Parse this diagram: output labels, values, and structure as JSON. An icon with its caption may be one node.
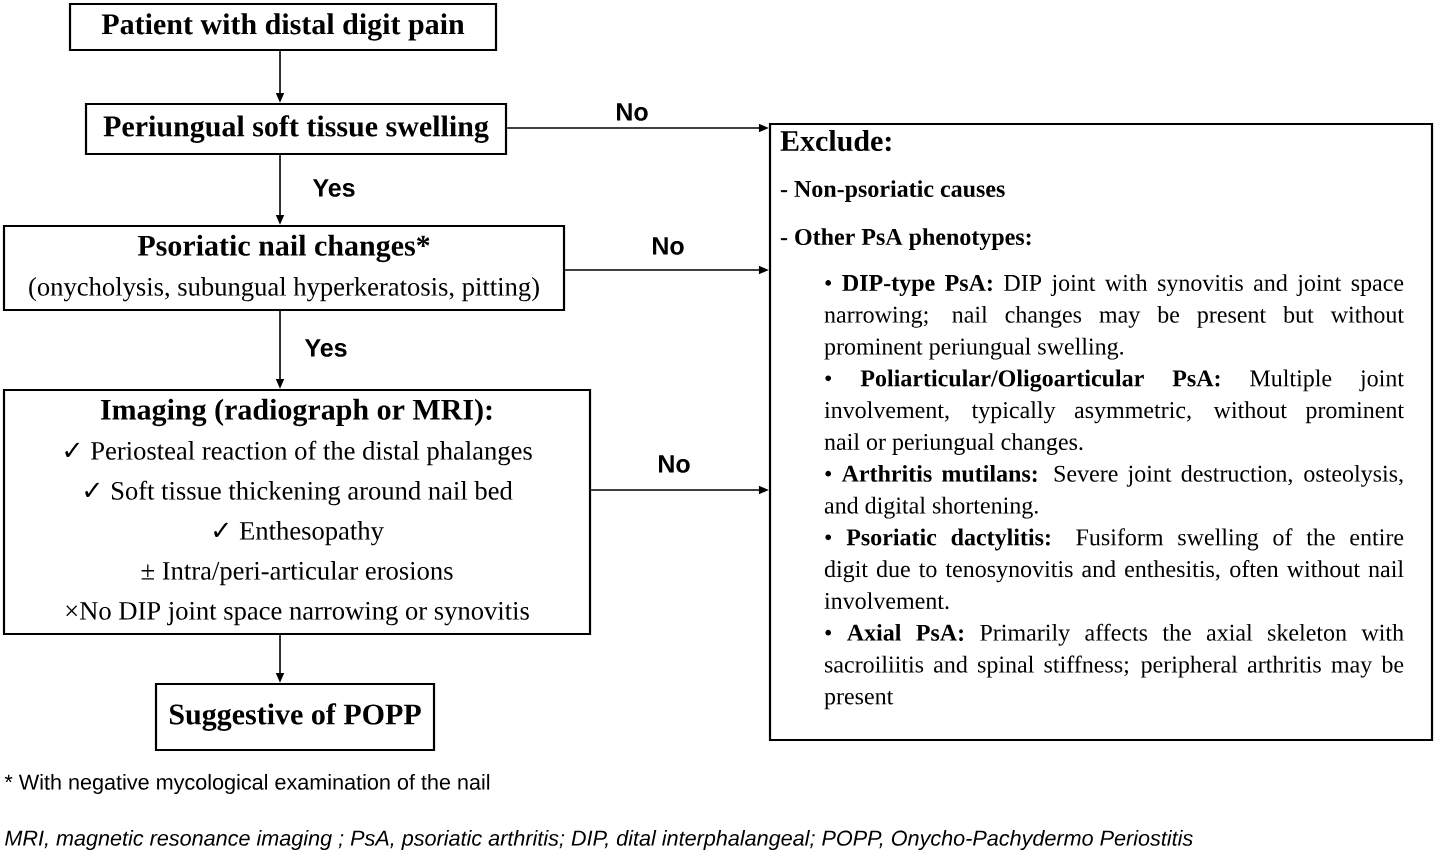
{
  "diagram": {
    "nodes": [
      {
        "text": [
          "Patient with distal digit pain"
        ]
      },
      {
        "text": [
          "Periungual soft tissue swelling"
        ]
      },
      {
        "text": [
          "Psoriatic nail changes*",
          "(onycholysis, subungual hyperkeratosis, pitting)"
        ]
      },
      {
        "text": [
          "Imaging (radiograph or MRI):",
          "✓ Periosteal reaction of the distal phalanges",
          "✓ Soft tissue thickening around nail bed",
          "✓ Enthesopathy",
          "± Intra/peri-articular erosions",
          "×No DIP joint space narrowing or synovitis"
        ]
      },
      {
        "text": [
          "Suggestive of POPP"
        ]
      },
      {
        "text": [
          "Exclude:",
          "- Non-psoriatic causes",
          "- Other PsA phenotypes:",
          "• **DIP-type PsA:** DIP joint with synovitis and joint space narrowing; nail changes may be present but without prominent periungual swelling.",
          "• **Poliarticular/Oligoarticular PsA:** Multiple joint involvement, typically asymmetric, without prominent nail or periungual changes.",
          "• **Arthritis mutilans:** Severe joint destruction, osteolysis, and digital shortening.",
          "• **Psoriatic dactylitis:** Fusiform swelling of the entire digit due to tenosynovitis and enthesitis, often without nail involvement.",
          "• **Axial PsA:** Primarily affects the axial skeleton with sacroiliitis and spinal stiffness; peripheral arthritis may be present"
        ]
      }
    ],
    "edges": [
      {
        "from": 0,
        "to": 1,
        "arrow": "to"
      },
      {
        "from": 1,
        "to": 2,
        "arrow": "to",
        "label": "Yes"
      },
      {
        "from": 1,
        "to": 5,
        "arrow": "to",
        "label": "No"
      },
      {
        "from": 2,
        "to": 3,
        "arrow": "to",
        "label": "Yes"
      },
      {
        "from": 2,
        "to": 5,
        "arrow": "to",
        "label": "No"
      },
      {
        "from": 3,
        "to": 4,
        "arrow": "to"
      },
      {
        "from": 3,
        "to": 5,
        "arrow": "to",
        "label": "No"
      }
    ],
    "labels": [
      "* With negative mycological examination of the nail",
      "MRI, magnetic resonance imaging ; PsA, psoriatic arthritis; DIP, dital interphalangeal; POPP, Onycho-Pachydermo Periostitis"
    ]
  }
}
